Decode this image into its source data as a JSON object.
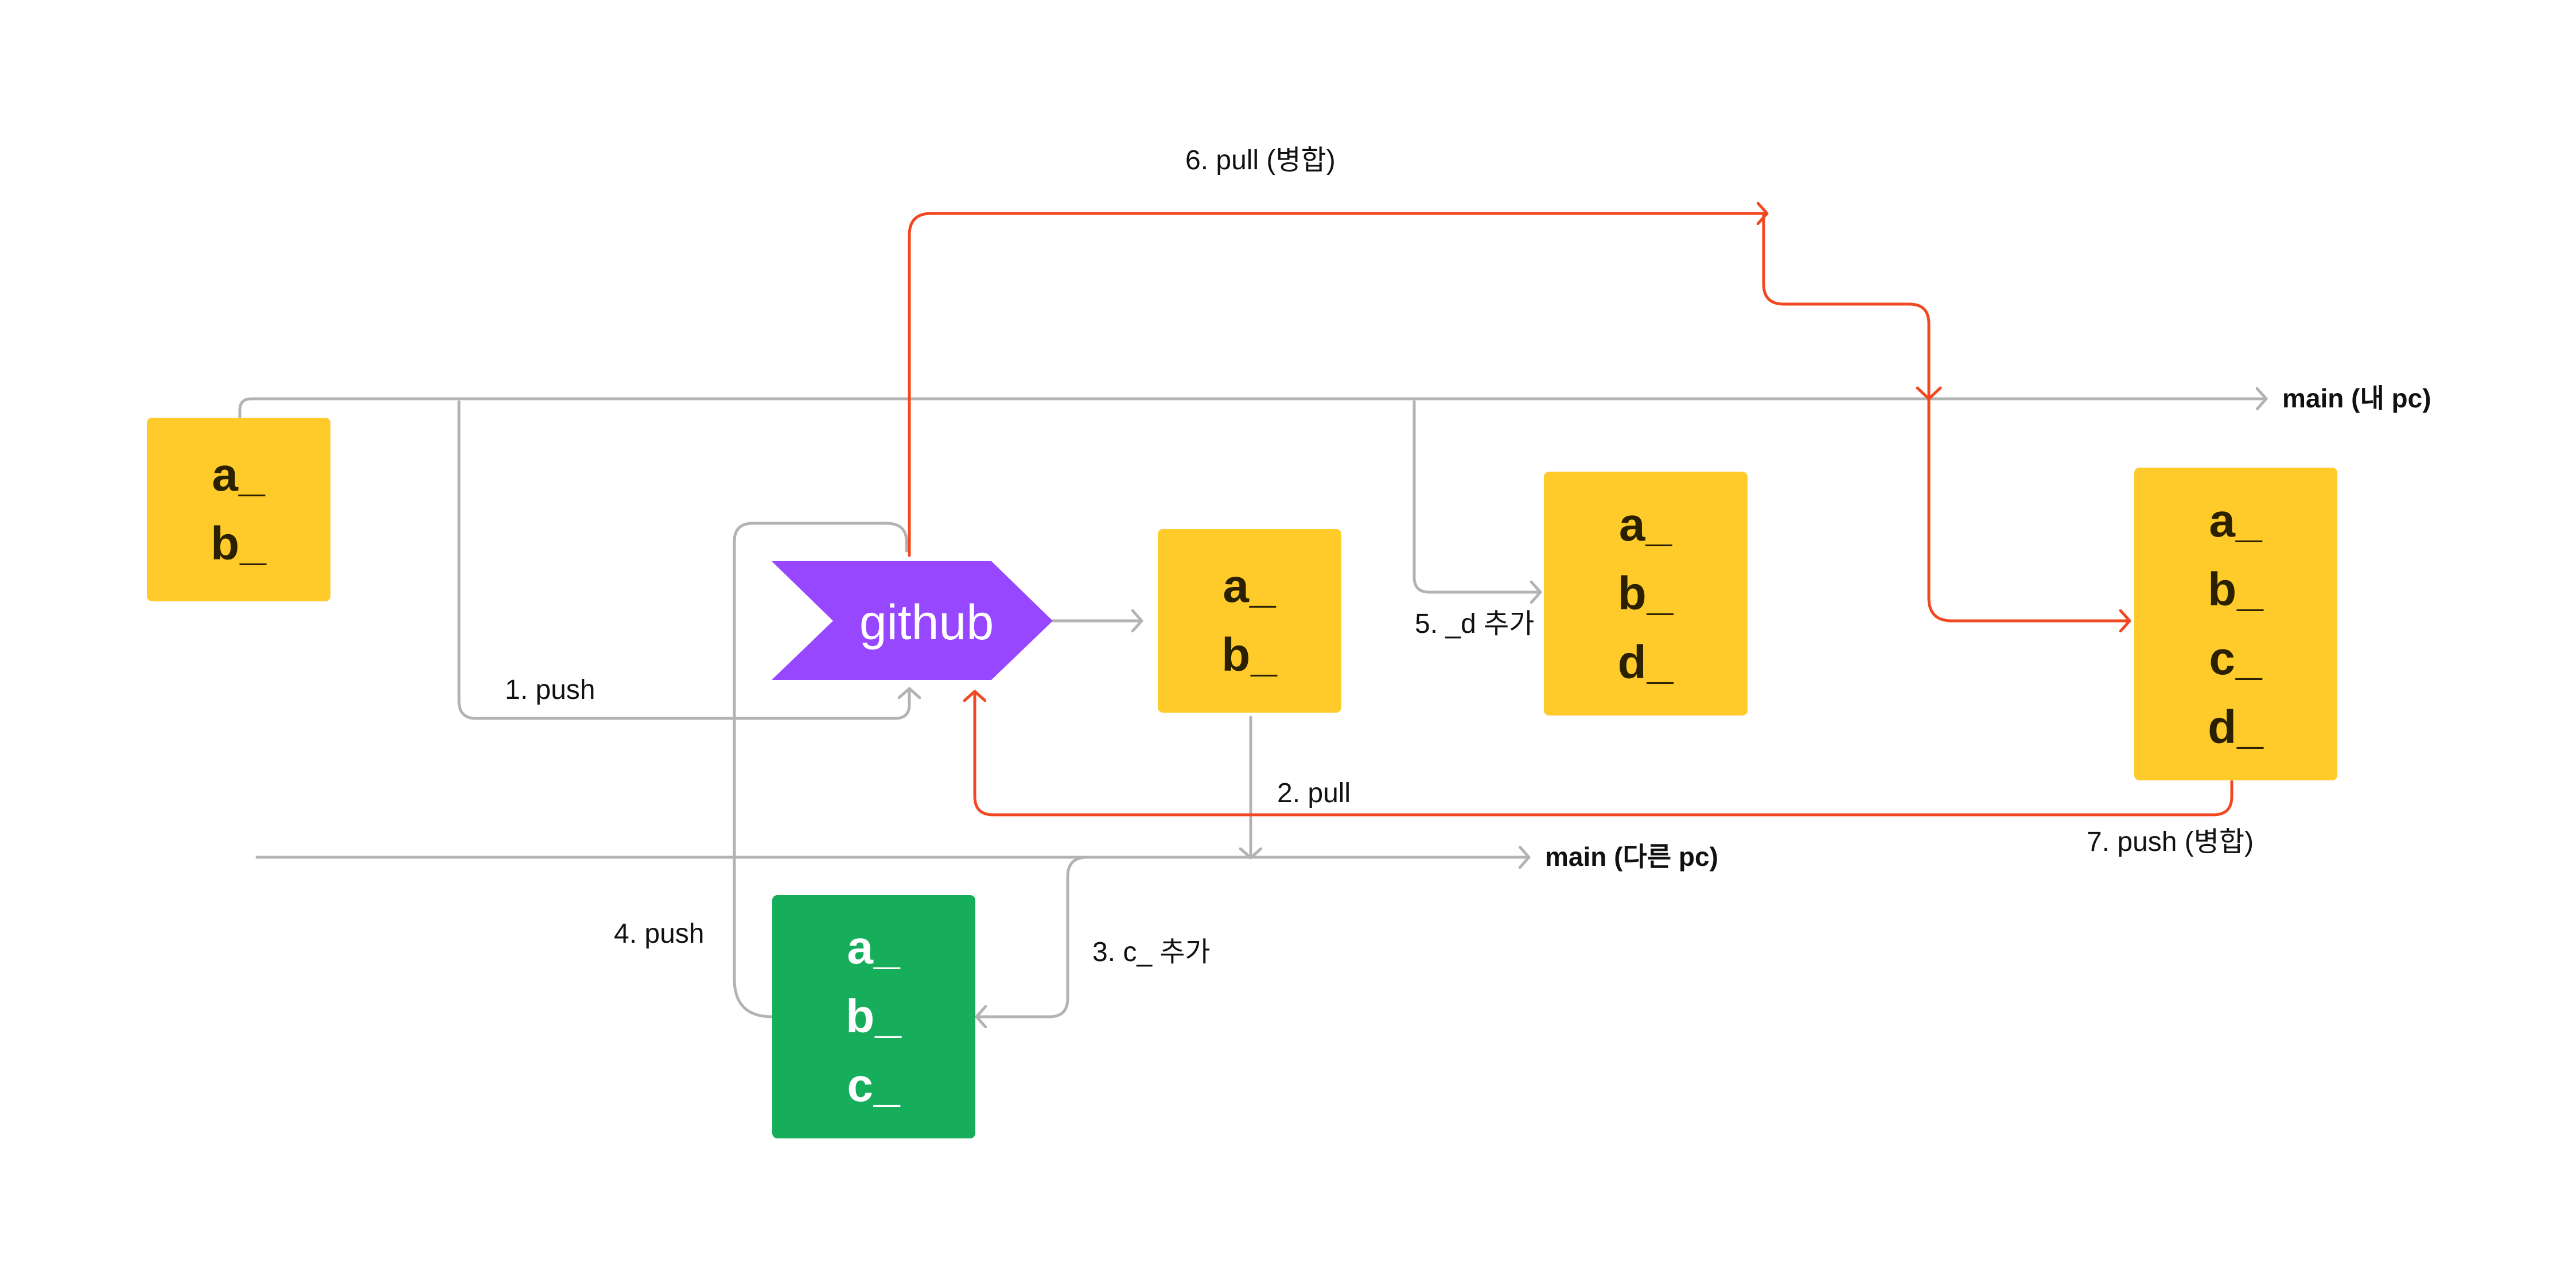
{
  "colors": {
    "yellow": "#FFCB2B",
    "green": "#16AE5B",
    "purple": "#9747FF",
    "gray_line": "#B3B3B3",
    "red_line": "#F24822"
  },
  "branches": {
    "mine": "main (내 pc)",
    "other": "main (다른 pc)"
  },
  "github": {
    "label": "github"
  },
  "boxes": {
    "initial": [
      "a_",
      "b_"
    ],
    "pulled": [
      "a_",
      "b_"
    ],
    "added_d": [
      "a_",
      "b_",
      "d_"
    ],
    "other_pc": [
      "a_",
      "b_",
      "c_"
    ],
    "merged": [
      "a_",
      "b_",
      "c_",
      "d_"
    ]
  },
  "steps": {
    "s1": "1. push",
    "s2": "2. pull",
    "s3": "3. c_ 추가",
    "s4": "4. push",
    "s5": "5. _d 추가",
    "s6": "6. pull (병합)",
    "s7": "7. push (병합)"
  }
}
